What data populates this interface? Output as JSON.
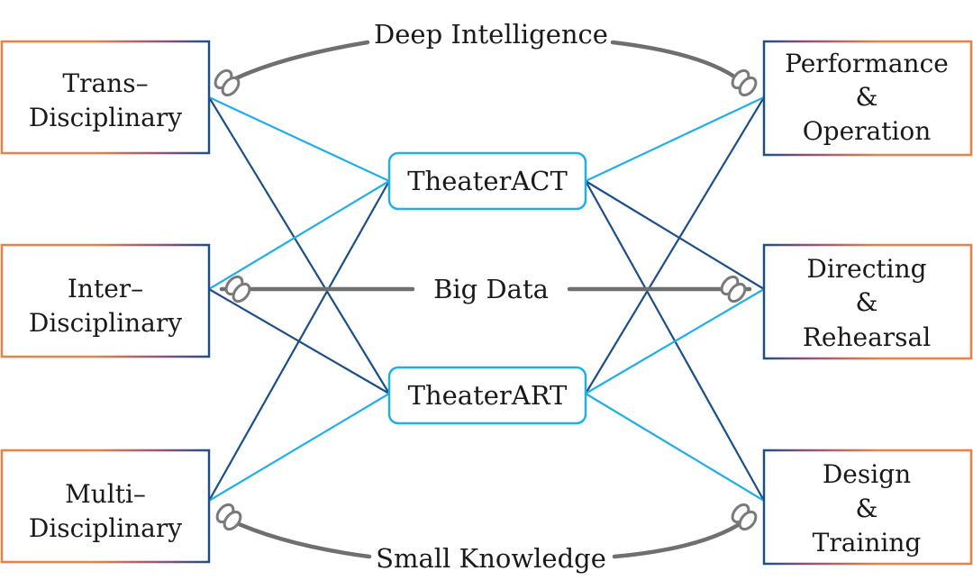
{
  "colors": {
    "left_box_edge": "#f07f47",
    "right_box_edge": "#1c4f86",
    "center_box": "#22aee8",
    "dark_connector": "#1c4f86",
    "light_connector": "#22aee8",
    "gray_link": "#6f6f6f"
  },
  "left_boxes": [
    {
      "lines": [
        "Trans–",
        "Disciplinary"
      ]
    },
    {
      "lines": [
        "Inter–",
        "Disciplinary"
      ]
    },
    {
      "lines": [
        "Multi–",
        "Disciplinary"
      ]
    }
  ],
  "right_boxes": [
    {
      "lines": [
        "Performance",
        "&",
        "Operation"
      ]
    },
    {
      "lines": [
        "Directing",
        "&",
        "Rehearsal"
      ]
    },
    {
      "lines": [
        "Design",
        "&",
        "Training"
      ]
    }
  ],
  "center_boxes": [
    {
      "label": "TheaterACT"
    },
    {
      "label": "TheaterART"
    }
  ],
  "links": {
    "top": "Deep Intelligence",
    "middle": "Big Data",
    "bottom": "Small Knowledge"
  },
  "icons": [
    "chain-link-icon"
  ]
}
